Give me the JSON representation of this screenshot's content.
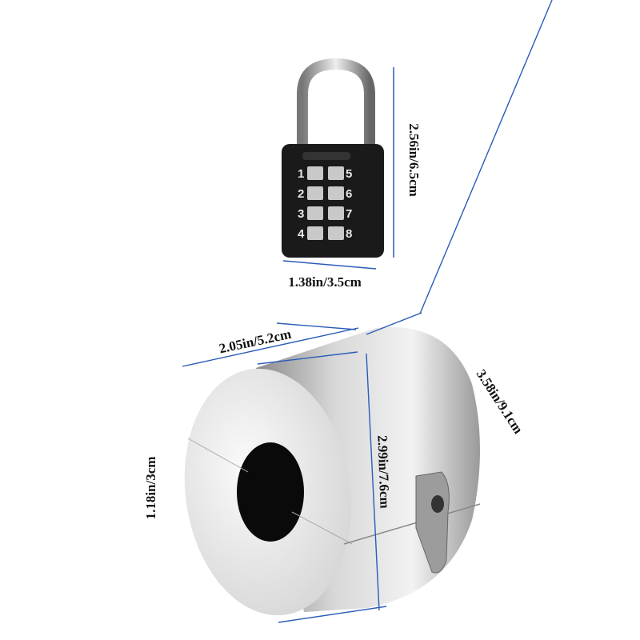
{
  "padlock": {
    "height_label": "2.56in/6.5cm",
    "width_label": "1.38in/3.5cm",
    "keys": [
      "1",
      "2",
      "3",
      "4",
      "5",
      "6",
      "7",
      "8"
    ]
  },
  "lock_body": {
    "length_label": "2.05in/5.2cm",
    "height_label": "2.99in/7.6cm",
    "depth_label": "3.58in/9.1cm",
    "hole_label": "1.18in/3cm"
  },
  "colors": {
    "dimension_line": "#2a5cb8",
    "steel": "#c8c8c8",
    "padlock_body": "#1a1a1a"
  }
}
